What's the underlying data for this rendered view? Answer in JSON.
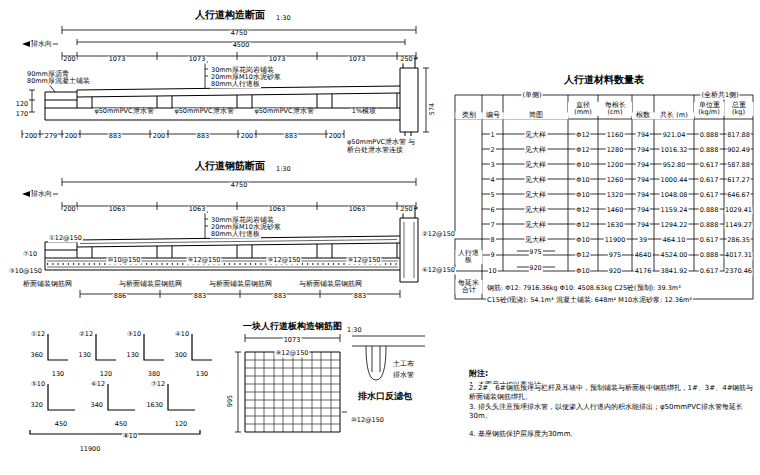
{
  "diagram": {
    "labels": [
      "人行道构造断面",
      "1:30",
      "排水向",
      "4750",
      "4500",
      "200",
      "1073",
      "1073",
      "1073",
      "1073",
      "250",
      "90mm厚沥青",
      "80mm厚混凝土铺装",
      "30mm厚花岗岩铺装",
      "20mm厚M10水泥砂浆",
      "80mm人行道板",
      "φ50mmPVC泄水管",
      "φ50mmPVC泄水管",
      "φ50mmPVC泄水管",
      "1%横坡",
      "120",
      "170",
      "574",
      "200",
      "279",
      "200",
      "883",
      "200",
      "883",
      "200",
      "883",
      "200",
      "φ50mmPVC泄水管 与桥台处泄水管连接",
      "人行道钢筋断面",
      "1:30",
      "排水向",
      "4750",
      "200",
      "1063",
      "1063",
      "1063",
      "1063",
      "250",
      "30mm厚花岗岩铺装",
      "20mm厚M10水泥砂浆",
      "80mm人行道板",
      "①12@150",
      "⑦10",
      "③10@150",
      "⑩10@150",
      "⑨12@150",
      "⑨12@150",
      "⑨12@150",
      "②12@150",
      "⑥12@150",
      "与桥面铺装层钢筋网",
      "与桥面铺装层钢筋网",
      "与桥面铺装层钢筋网",
      "桥面铺装钢筋网",
      "886",
      "883",
      "883",
      "883",
      "①12",
      "360",
      "130",
      "②12",
      "130",
      "120",
      "③10",
      "130",
      "380",
      "④10",
      "300",
      "130",
      "⑤10",
      "320",
      "450",
      "⑥12",
      "340",
      "450",
      "⑦12",
      "1630",
      "120",
      "⑧10",
      "11900",
      "一块人行道板构造钢筋图",
      "1:30",
      "1073",
      "⑨12@150",
      "995",
      "⑩12@150",
      "土工布",
      "排水管",
      "排水口反滤包",
      "人行道材料数量表",
      "(单侧)",
      "(全桥共1侧)",
      "类别",
      "编号",
      "简图",
      "直径 (mm)",
      "每根长 (cm)",
      "根数",
      "共长 (m)",
      "单位重 (kg/m)",
      "总重 (kg)",
      "1",
      "见大样",
      "Φ12",
      "1160",
      "794",
      "921.04",
      "0.888",
      "817.88",
      "2",
      "见大样",
      "Φ12",
      "1280",
      "794",
      "1016.32",
      "0.888",
      "902.49",
      "3",
      "见大样",
      "Φ10",
      "1200",
      "794",
      "952.80",
      "0.617",
      "587.88",
      "4",
      "见大样",
      "Φ10",
      "1260",
      "794",
      "1000.44",
      "0.617",
      "617.27",
      "5",
      "见大样",
      "Φ10",
      "1320",
      "794",
      "1048.08",
      "0.617",
      "646.67",
      "6",
      "见大样",
      "Φ12",
      "1460",
      "794",
      "1159.24",
      "0.888",
      "1029.41",
      "7",
      "见大样",
      "Φ12",
      "1630",
      "794",
      "1294.22",
      "0.888",
      "1149.27",
      "8",
      "见大样",
      "Φ10",
      "11900",
      "39",
      "464.10",
      "0.617",
      "286.35",
      "人行道板",
      "9",
      "975",
      "Φ12",
      "975",
      "4640",
      "4524.00",
      "0.888",
      "4017.31",
      "10",
      "920",
      "Φ10",
      "920",
      "4176",
      "3841.92",
      "0.617",
      "2370.46",
      "每延米合计",
      "钢筋: Φ12: 7916.36kg Φ10: 4508.63kg C25砼(预制): 39.3m³",
      "C15砼(现浇): 54.1m³ 混凝土铺装: 648m² M10水泥砂浆: 12.36m³",
      "附注:",
      "1. 本图尺寸均以毫米计;",
      "2. 2#、6#钢筋预埋与栏杆及耳墙中，预制铺装与桥面板中钢筋绑扎，1#、3#、4#钢筋与桥面铺装钢筋绑扎。",
      "3. 排头头注意预埋排水管，以便渗入人行道内的积水能排出；φ50mmPVC排水管每延长30m。",
      "4. 基座钢筋保护层厚度为30mm。"
    ]
  }
}
